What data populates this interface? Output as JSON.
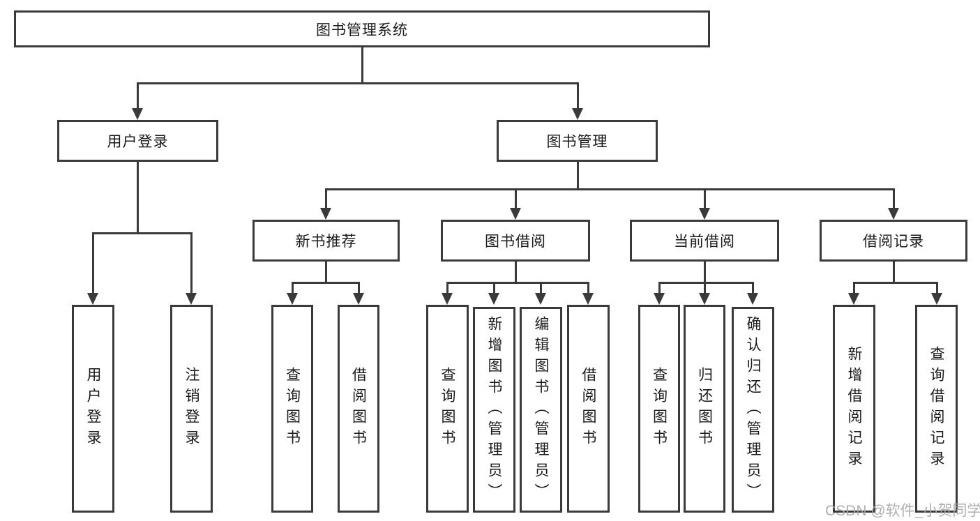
{
  "tree": {
    "root": "图书管理系统",
    "level2": [
      "用户登录",
      "图书管理"
    ],
    "level3": [
      "新书推荐",
      "图书借阅",
      "当前借阅",
      "借阅记录"
    ],
    "leaves_login": [
      "用户登录",
      "注销登录"
    ],
    "leaves_recommend": [
      "查询图书",
      "借阅图书"
    ],
    "leaves_borrow": [
      "查询图书",
      "新增图书（管理员）",
      "编辑图书（管理员）",
      "借阅图书"
    ],
    "leaves_current": [
      "查询图书",
      "归还图书",
      "确认归还（管理员）"
    ],
    "leaves_records": [
      "新增借阅记录",
      "查询借阅记录"
    ]
  },
  "watermark": "CSDN @软件_小贺同学",
  "colors": {
    "line": "#3a3a3a",
    "box_fill": "#ffffff",
    "text": "#1a1a1a",
    "watermark": "#a8a8a8",
    "background": "#ffffff"
  }
}
